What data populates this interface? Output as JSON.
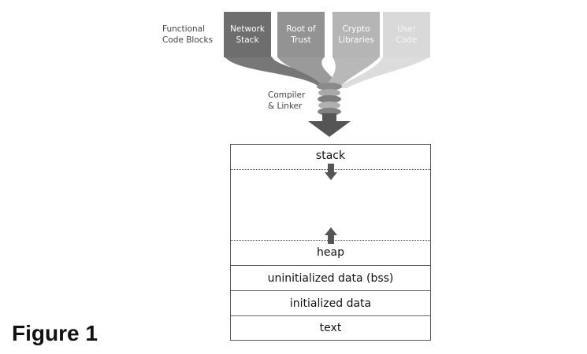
{
  "labels": {
    "functional_blocks_line1": "Functional",
    "functional_blocks_line2": "Code Blocks",
    "compiler_line1": "Compiler",
    "compiler_line2": "& Linker",
    "figure_caption": "Figure 1"
  },
  "blocks": [
    {
      "line1": "Network",
      "line2": "Stack",
      "fill": "#6e6e6e",
      "text_color": "#ffffff"
    },
    {
      "line1": "Root of",
      "line2": "Trust",
      "fill": "#939393",
      "text_color": "#ffffff"
    },
    {
      "line1": "Crypto",
      "line2": "Libraries",
      "fill": "#b5b5b5",
      "text_color": "#ffffff"
    },
    {
      "line1": "User",
      "line2": "Code",
      "fill": "#d9d9d9",
      "text_color": "#f6f6f6"
    }
  ],
  "memory_layout": {
    "stack": "stack",
    "heap": "heap",
    "bss": "uninitialized data (bss)",
    "data": "initialized data",
    "text": "text"
  },
  "colors": {
    "arrow": "#555555",
    "funnel": "#8a8a8a",
    "border": "#555555"
  }
}
